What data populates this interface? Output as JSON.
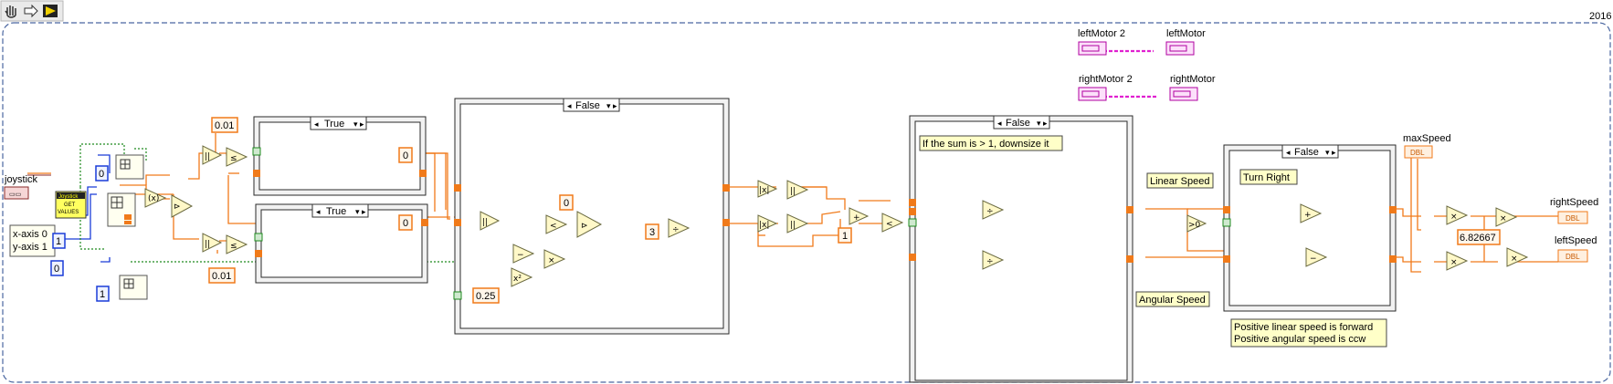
{
  "toolbar": {
    "icons": [
      "hand-icon",
      "forward-arrow-icon",
      "labview-icon"
    ]
  },
  "window": {
    "version_label": "2016"
  },
  "controls": {
    "joystick_label": "joystick",
    "joystick_get_values_line1": "Joystick",
    "joystick_get_values_line2": "GET",
    "joystick_get_values_line3": "VALUES",
    "axis_list_line1": "x-axis 0",
    "axis_list_line2": "y-axis 1"
  },
  "constants": {
    "c_index0_a": "0",
    "c_index1_a": "1",
    "c_index0_b": "0",
    "c_index1_b": "1",
    "c_deadband_top": "0.01",
    "c_deadband_bottom": "0.01",
    "c_zero_case1": "0",
    "c_zero_case2": "0",
    "c_zero_inner": "0",
    "c_three": "3",
    "c_quarter": "0.25",
    "c_one": "1",
    "c_scale": "6.82667"
  },
  "case_structures": {
    "deadband_top": "True",
    "deadband_bottom": "True",
    "curve_case": "False",
    "normalize_case": "False",
    "turn_case": "False"
  },
  "labels": {
    "normalize_comment": "If the sum is > 1, downsize it",
    "linear_speed": "Linear Speed",
    "angular_speed": "Angular Speed",
    "turn_right": "Turn Right",
    "direction_note_line1": "Positive linear speed is forward",
    "direction_note_line2": "Positive angular speed is ccw",
    "max_speed": "maxSpeed",
    "dbl": "DBL",
    "right_speed": "rightSpeed",
    "left_speed": "leftSpeed",
    "left_motor_2": "leftMotor 2",
    "left_motor": "leftMotor",
    "right_motor_2": "rightMotor 2",
    "right_motor": "rightMotor"
  },
  "colors": {
    "numeric_wire": "#f07a1a",
    "integer_wire": "#1a3cd8",
    "boolean_wire": "#1f8a1f",
    "refnum_wire": "#e020d0"
  }
}
